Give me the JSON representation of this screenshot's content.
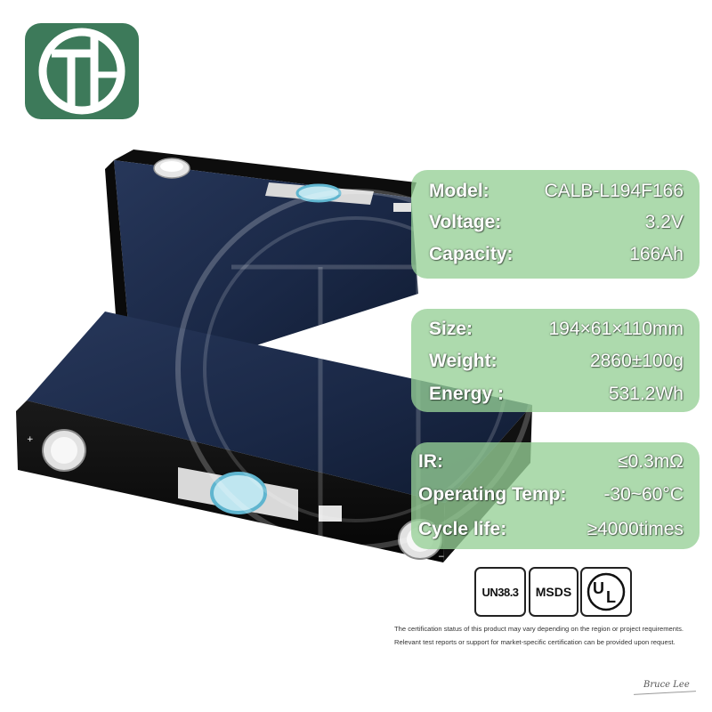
{
  "specs_group_1": [
    {
      "label": "Model:",
      "value": "CALB-L194F166"
    },
    {
      "label": "Voltage:",
      "value": "3.2V"
    },
    {
      "label": "Capacity:",
      "value": "166Ah"
    }
  ],
  "specs_group_2": [
    {
      "label": "Size:",
      "value": "194×61×110mm"
    },
    {
      "label": "Weight:",
      "value": "2860±100g"
    },
    {
      "label": "Energy :",
      "value": "531.2Wh"
    }
  ],
  "specs_group_3": [
    {
      "label": "IR:",
      "value": "≤0.3mΩ"
    },
    {
      "label": "Operating Temp:",
      "value": "-30~60°C"
    },
    {
      "label": "Cycle life:",
      "value": "≥4000times"
    }
  ],
  "certifications": {
    "un": "UN38.3",
    "msds": "MSDS",
    "ul_u": "U",
    "ul_l": "L"
  },
  "disclaimer": "The certification status of this product may vary depending on the region or project requirements. Relevant test reports or support for market-specific certification can be provided upon request.",
  "signature": "Bruce Lee",
  "colors": {
    "logo_bg": "#3d7a5a",
    "card_bg": "#96d096",
    "battery_body": "#1c2a44",
    "battery_edge": "#0d0d0d"
  }
}
